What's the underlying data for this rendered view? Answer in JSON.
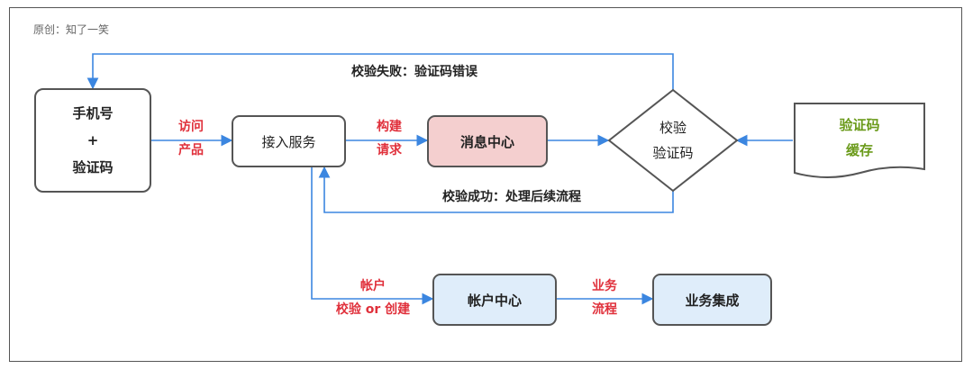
{
  "credit": "原创：知了一笑",
  "nodes": {
    "phone": {
      "line1": "手机号",
      "line2": "+",
      "line3": "验证码"
    },
    "access": "接入服务",
    "message": "消息中心",
    "verify": {
      "line1": "校验",
      "line2": "验证码"
    },
    "cache": {
      "line1": "验证码",
      "line2": "缓存"
    },
    "account": "帐户中心",
    "business": "业务集成"
  },
  "labels": {
    "visit": {
      "line1": "访问",
      "line2": "产品"
    },
    "build": {
      "line1": "构建",
      "line2": "请求"
    },
    "fail": "校验失败：验证码错误",
    "success": "校验成功：处理后续流程",
    "account_check": {
      "line1": "帐户",
      "line2": "校验 or 创建"
    },
    "biz_flow": {
      "line1": "业务",
      "line2": "流程"
    }
  },
  "colors": {
    "edge": "#3b86e0",
    "label_red": "#e0303b",
    "cache_text": "#6a9a1a",
    "message_fill": "#f4cfcf",
    "account_fill": "#dfedfa"
  }
}
